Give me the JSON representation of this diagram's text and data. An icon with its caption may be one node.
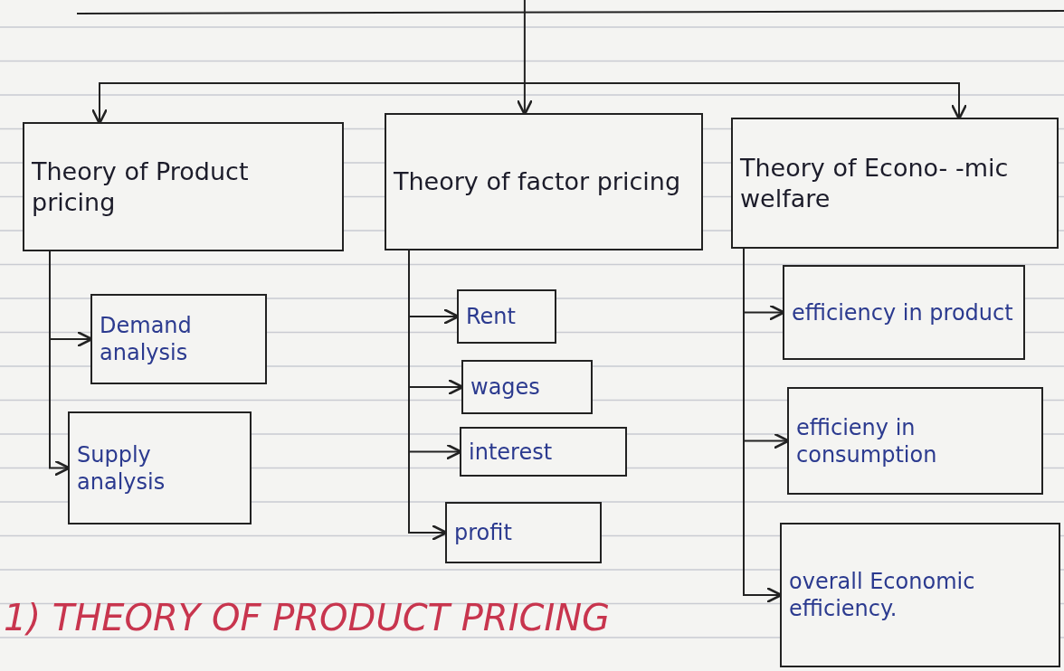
{
  "diagram": {
    "nodes": [
      {
        "text": [
          "Theory of Product pricing"
        ]
      },
      {
        "text": [
          "Theory of factor pricing"
        ]
      },
      {
        "text": [
          "Theory of Econo- -mic welfare"
        ]
      },
      {
        "text": [
          "Demand analysis"
        ]
      },
      {
        "text": [
          "Supply analysis"
        ]
      },
      {
        "text": [
          "Rent"
        ]
      },
      {
        "text": [
          "wages"
        ]
      },
      {
        "text": [
          "interest"
        ]
      },
      {
        "text": [
          "profit"
        ]
      },
      {
        "text": [
          "efficiency in product"
        ]
      },
      {
        "text": [
          "efficieny in consumption"
        ]
      },
      {
        "text": [
          "overall Economic efficiency."
        ]
      }
    ],
    "edges": [
      {
        "from": null,
        "to": 0,
        "arrow": "to"
      },
      {
        "from": null,
        "to": 1,
        "arrow": "to"
      },
      {
        "from": null,
        "to": 2,
        "arrow": "to"
      },
      {
        "from": 0,
        "to": 3,
        "arrow": "to"
      },
      {
        "from": 0,
        "to": 4,
        "arrow": "to"
      },
      {
        "from": 1,
        "to": 5,
        "arrow": "to"
      },
      {
        "from": 1,
        "to": 6,
        "arrow": "to"
      },
      {
        "from": 1,
        "to": 7,
        "arrow": "to"
      },
      {
        "from": 1,
        "to": 8,
        "arrow": "to"
      },
      {
        "from": 2,
        "to": 9,
        "arrow": "to"
      },
      {
        "from": 2,
        "to": 10,
        "arrow": "to"
      },
      {
        "from": 2,
        "to": 11,
        "arrow": "to"
      }
    ],
    "labels": [
      "1) THEORY OF PRODUCT PRICING"
    ]
  }
}
